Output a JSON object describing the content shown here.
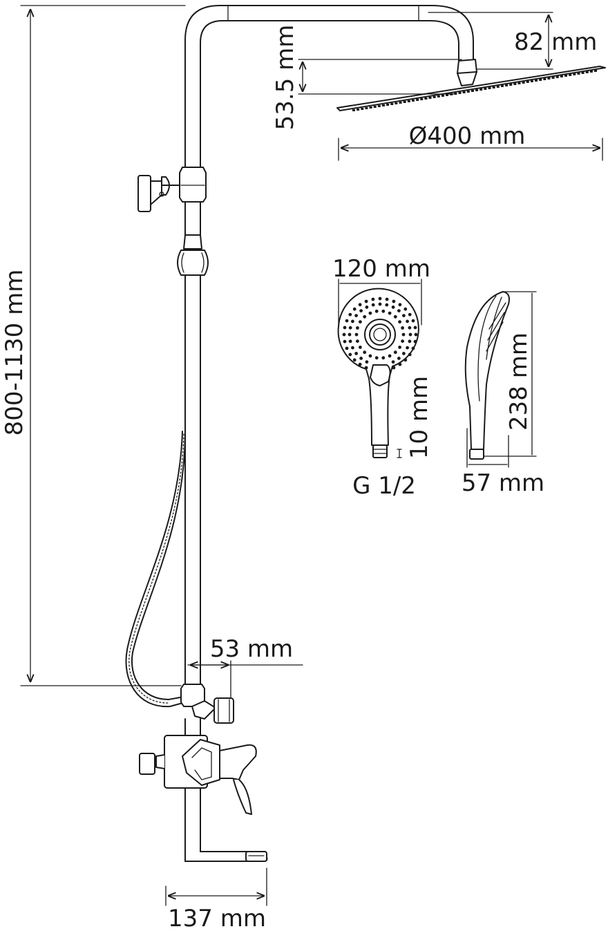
{
  "dimensions": {
    "total_height": "800-1130 mm",
    "arm_drop": "82 mm",
    "head_thickness": "53.5 mm",
    "head_diameter": "Ø400 mm",
    "hand_width": "120 mm",
    "hand_thread_length": "10 mm",
    "hand_thread": "G 1/2",
    "hand_length": "238 mm",
    "hand_depth": "57 mm",
    "bar_offset": "53 mm",
    "spout_length": "137 mm"
  }
}
